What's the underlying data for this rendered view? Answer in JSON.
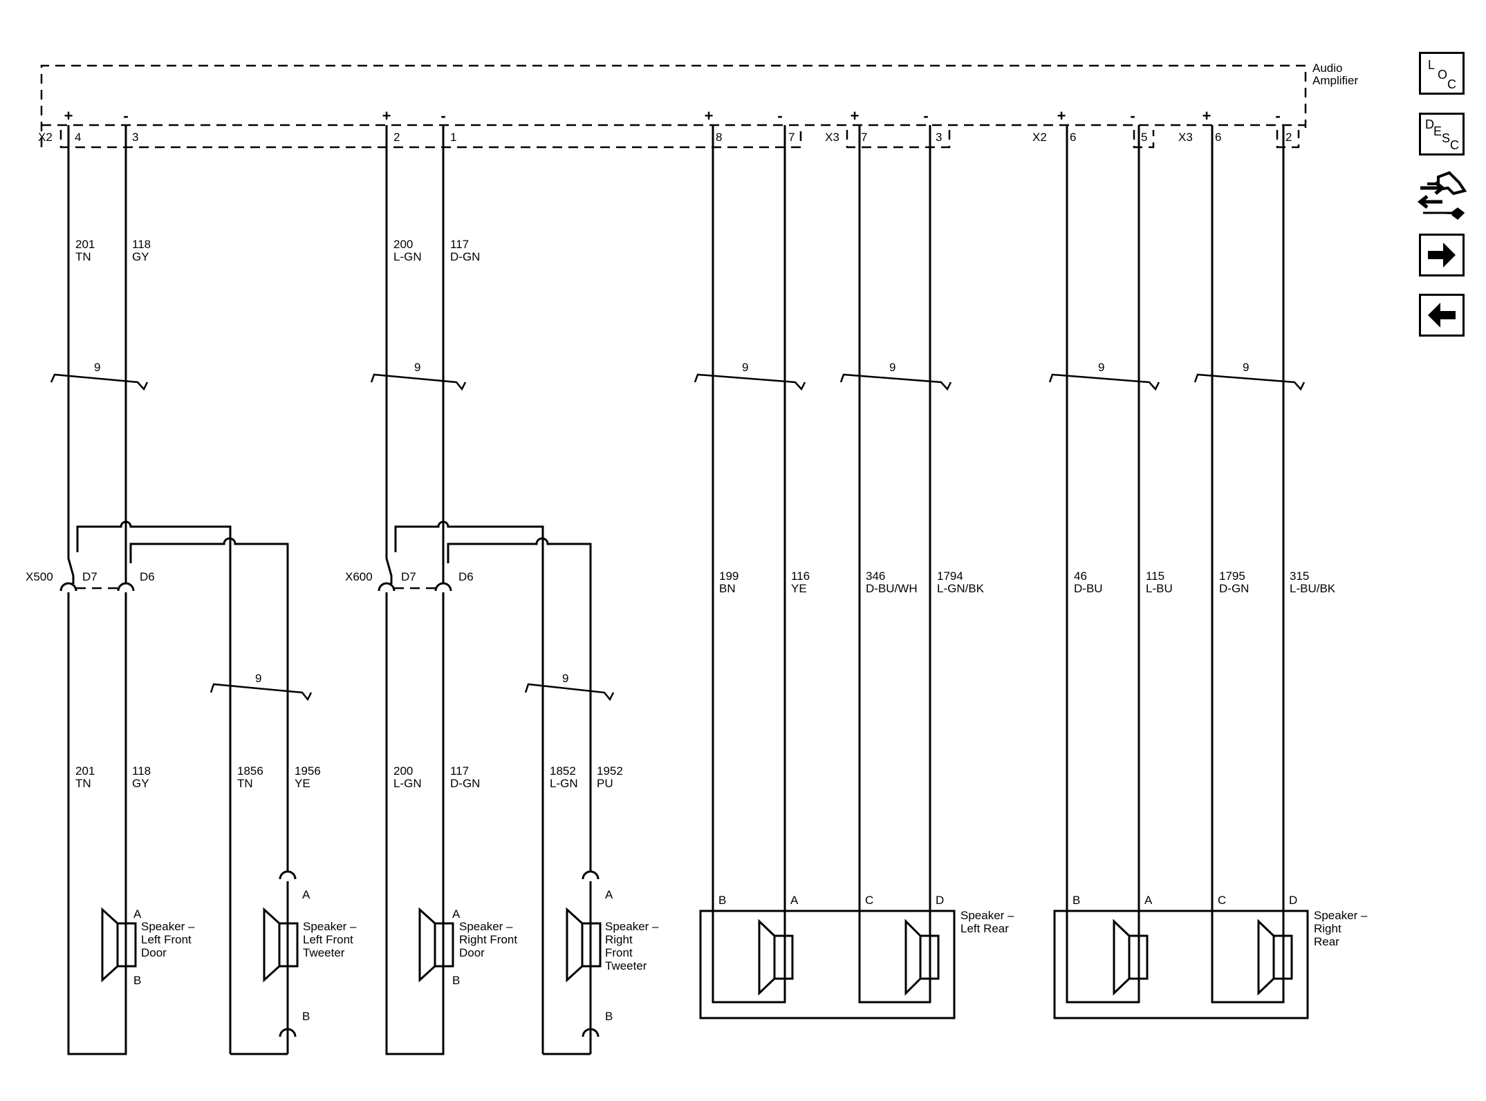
{
  "module": {
    "line1": "Audio",
    "line2": "Amplifier"
  },
  "side_buttons": {
    "loc": {
      "letters": [
        "L",
        "O",
        "C"
      ],
      "icon": "loc-button-icon"
    },
    "desc": {
      "letters": [
        "D",
        "E",
        "S",
        "C"
      ],
      "icon": "desc-button-icon"
    },
    "service": {
      "icon": "connector-wrench-icon"
    },
    "forward": {
      "icon": "arrow-right-icon"
    },
    "back": {
      "icon": "arrow-left-icon"
    }
  },
  "connectors": {
    "x2": "X2",
    "x3": "X3",
    "x500": "X500",
    "x600": "X600",
    "d7": "D7",
    "d6": "D6",
    "pins": {
      "p1": "1",
      "p2": "2",
      "p3": "3",
      "p4": "4",
      "p5": "5",
      "p6": "6",
      "p7": "7",
      "p8": "8"
    },
    "plus": "+",
    "minus": "-"
  },
  "twist_label": "9",
  "wires": {
    "c201": "201",
    "tn": "TN",
    "c118": "118",
    "gy": "GY",
    "c200": "200",
    "lgn": "L-GN",
    "c117": "117",
    "dgn": "D-GN",
    "c199": "199",
    "bn": "BN",
    "c116": "116",
    "ye": "YE",
    "c346": "346",
    "dbuwh": "D-BU/WH",
    "c1794": "1794",
    "lgnbk": "L-GN/BK",
    "c46": "46",
    "dbu": "D-BU",
    "c115": "115",
    "lbu": "L-BU",
    "c1795": "1795",
    "c315": "315",
    "lbubk": "L-BU/BK",
    "c1856": "1856",
    "c1956": "1956",
    "c1852": "1852",
    "c1952": "1952",
    "pu": "PU"
  },
  "terminals": {
    "a": "A",
    "b": "B",
    "c": "C",
    "d": "D"
  },
  "speakers": {
    "left_front_door": [
      "Speaker –",
      "Left Front",
      "Door"
    ],
    "left_front_tweeter": [
      "Speaker –",
      "Left Front",
      "Tweeter"
    ],
    "right_front_door": [
      "Speaker –",
      "Right Front",
      "Door"
    ],
    "right_front_tweeter": [
      "Speaker –",
      "Right",
      "Front",
      "Tweeter"
    ],
    "left_rear": [
      "Speaker –",
      "Left Rear"
    ],
    "right_rear": [
      "Speaker –",
      "Right",
      "Rear"
    ]
  }
}
